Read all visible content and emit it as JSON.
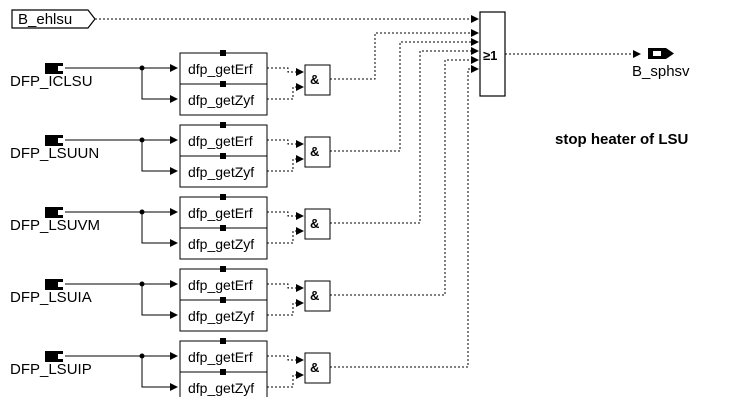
{
  "inputs": {
    "top_signal": "B_ehlsu",
    "dfp_signals": [
      "DFP_ICLSU",
      "DFP_LSUUN",
      "DFP_LSUVM",
      "DFP_LSUIA",
      "DFP_LSUIP"
    ]
  },
  "functions": {
    "get_erf": "dfp_getErf",
    "get_zyf": "dfp_getZyf"
  },
  "gates": {
    "and_label": "&",
    "or_label": "≥1"
  },
  "output": {
    "signal": "B_sphsv"
  },
  "annotation": "stop heater of LSU"
}
